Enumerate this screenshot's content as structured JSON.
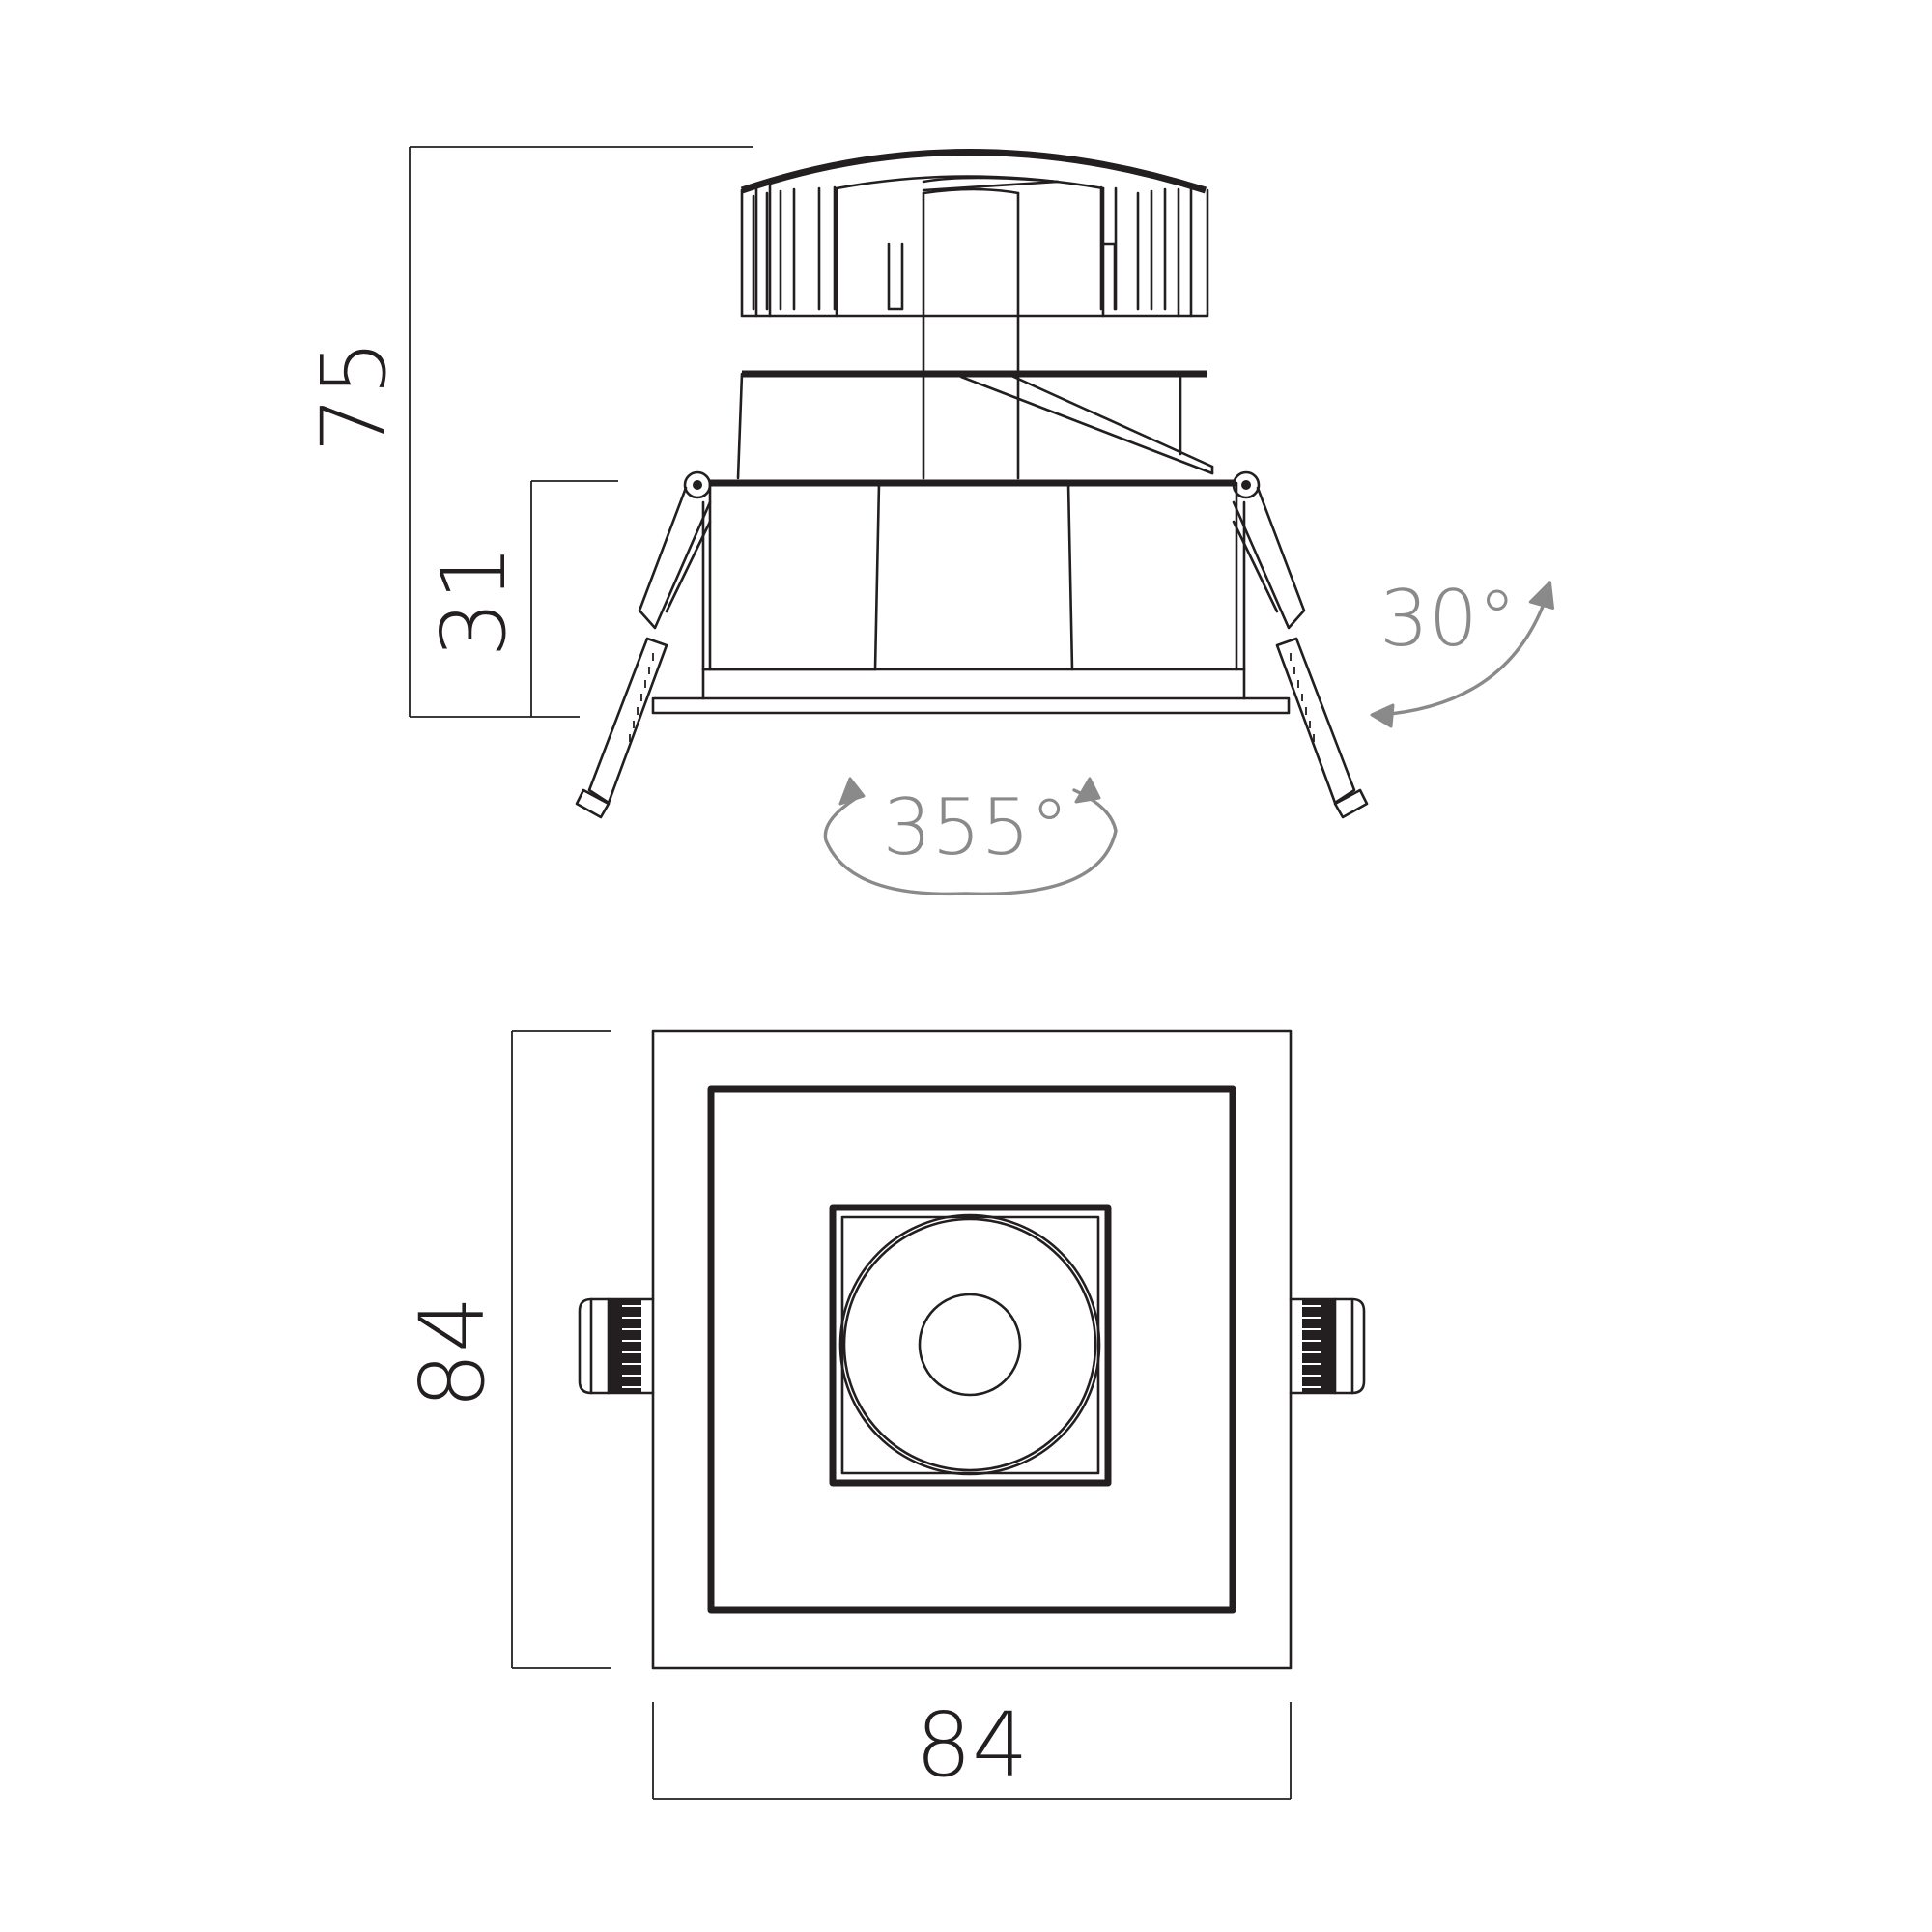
{
  "dimensions": {
    "total_height": "75",
    "body_height": "31",
    "front_height": "84",
    "front_width": "84"
  },
  "angles": {
    "tilt": "30°",
    "rotation": "355°"
  },
  "colors": {
    "line": "#231f20",
    "annotation": "#8a8a8a"
  }
}
